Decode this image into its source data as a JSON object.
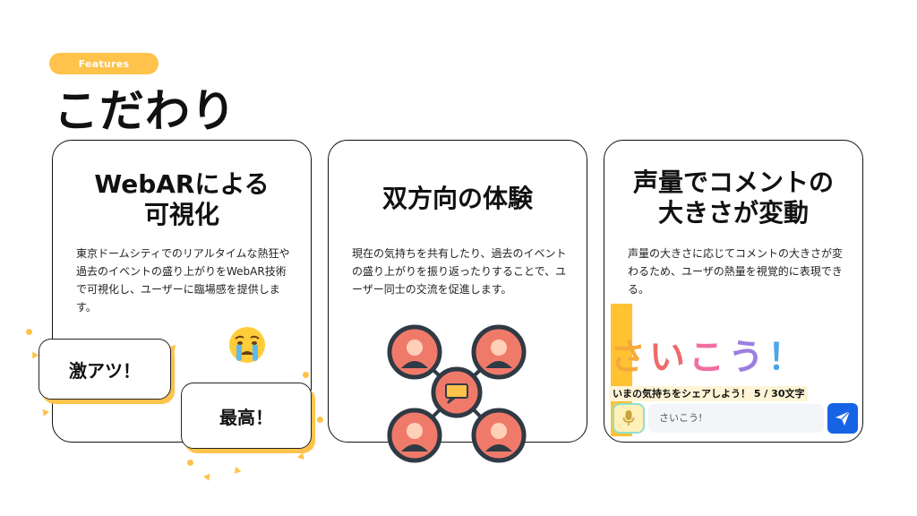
{
  "header": {
    "badge": "Features",
    "title": "こだわり"
  },
  "cards": [
    {
      "title_line1": "WebARによる",
      "title_line2": "可視化",
      "body": "東京ドームシティでのリアルタイムな熱狂や過去のイベントの盛り上がりをWebAR技術で可視化し、ユーザーに臨場感を提供します。",
      "bubbles": [
        "激アツ！",
        "最高！"
      ]
    },
    {
      "title": "双方向の体験",
      "body": "現在の気持ちを共有したり、過去のイベントの盛り上がりを振り返ったりすることで、ユーザー同士の交流を促進します。"
    },
    {
      "title_line1": "声量でコメントの",
      "title_line2": "大きさが変動",
      "body": "声量の大きさに応じてコメントの大きさが変わるため、ユーザの熱量を視覚的に表現できる。",
      "demo": {
        "big_text": [
          "さ",
          "い",
          "こ",
          "う",
          "！"
        ],
        "prompt": "いまの気持ちをシェアしよう！ 5 / 30文字",
        "input_value": "さいこう!"
      }
    }
  ],
  "colors": {
    "accent": "#ffc24a",
    "send": "#1763e6",
    "avatar_ring": "#2f3a44",
    "avatar_bg": "#f07a6a",
    "big_text": [
      "#f6a93b",
      "#ef6b6b",
      "#f06fa0",
      "#9b7fe0",
      "#4aa7e8"
    ]
  },
  "icons": [
    "crying-face-icon",
    "person-avatar-icon",
    "chat-bubble-icon",
    "microphone-icon",
    "send-icon"
  ]
}
